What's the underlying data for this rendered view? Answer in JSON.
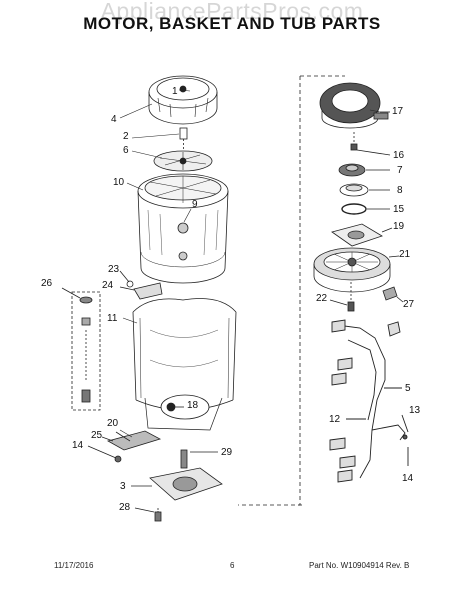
{
  "header": {
    "title": "MOTOR, BASKET AND TUB PARTS",
    "watermark": "AppliancePartsPros.com"
  },
  "callouts": {
    "c1": "1",
    "c2": "2",
    "c3": "3",
    "c4": "4",
    "c5": "5",
    "c6": "6",
    "c7": "7",
    "c8": "8",
    "c9": "9",
    "c10": "10",
    "c11": "11",
    "c12": "12",
    "c13": "13",
    "c14a": "14",
    "c14b": "14",
    "c15": "15",
    "c16": "16",
    "c17": "17",
    "c18": "18",
    "c19": "19",
    "c20": "20",
    "c21": "21",
    "c22": "22",
    "c23": "23",
    "c24": "24",
    "c25": "25",
    "c26": "26",
    "c27": "27",
    "c28": "28",
    "c29": "29"
  },
  "footer": {
    "date": "11/17/2016",
    "page": "6",
    "part_no": "Part No. W10904914  Rev. B"
  }
}
